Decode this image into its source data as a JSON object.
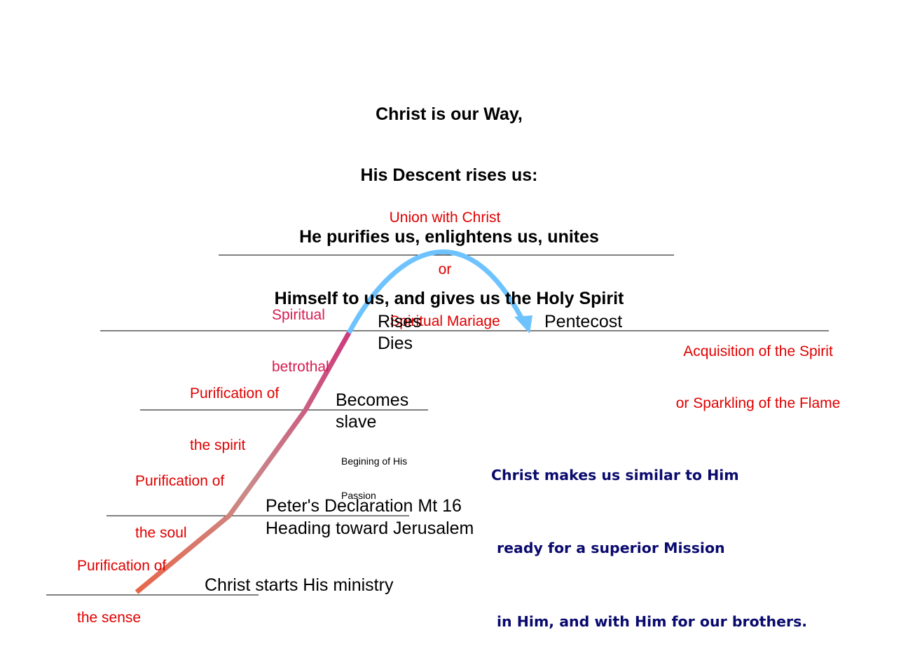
{
  "title_lines": [
    "Christ is our Way,",
    "His Descent rises us:",
    "He purifies us, enlightens us, unites",
    "Himself to us, and gives us the Holy Spirit"
  ],
  "stages": {
    "union": [
      "Union with Christ",
      "or",
      "Spiritual Mariage"
    ],
    "betrothal": [
      "Spiritual",
      "betrothal"
    ],
    "spirit": [
      "Purification of",
      "the spirit"
    ],
    "soul": [
      "Purification of",
      "the soul"
    ],
    "sense": [
      "Purification of",
      "the sense"
    ],
    "acquisition": [
      "Acquisition of the Spirit",
      "or Sparkling of the Flame"
    ]
  },
  "milestones": {
    "rises": "Rises",
    "dies": "Dies",
    "pentecost": "Pentecost",
    "becomes": "Becomes",
    "slave": "slave",
    "passion": [
      "Begining of His",
      "Passion"
    ],
    "peter": "Peter's Declaration Mt 16",
    "heading": "Heading toward Jerusalem",
    "ministry": "Christ starts His ministry"
  },
  "message_lines": [
    "Christ makes us similar to Him",
    "ready for a superior Mission",
    "in Him, and with Him for our brothers."
  ],
  "colors": {
    "stage_red": "#e00000",
    "betrothal_pink": "#d81b50",
    "message_navy": "#0a0a6e",
    "arc_blue": "#6ec3ff",
    "path_start": "#e8664a",
    "path_mid": "#c98a8a",
    "path_end": "#cc3b7a"
  }
}
